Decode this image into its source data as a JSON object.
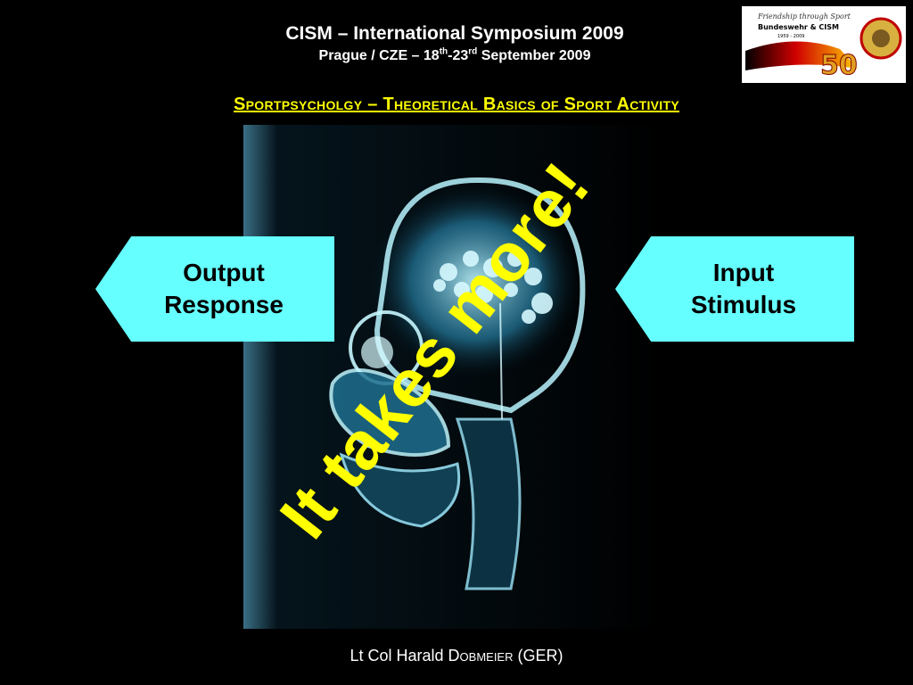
{
  "header": {
    "title": "CISM – International Symposium 2009",
    "location_prefix": "Prague / CZE – 18",
    "sup1": "th",
    "dash": "-23",
    "sup2": "rd",
    "location_suffix": " September 2009"
  },
  "logo": {
    "line1": "Friendship through Sport",
    "line2": "Bundeswehr & CISM",
    "years": "1959 - 2009",
    "number": "50"
  },
  "subtitle": "Sportpsycholgy – Theoretical Basics of Sport Activity",
  "arrows": {
    "left_line1": "Output",
    "left_line2": "Response",
    "right_line1": "Input",
    "right_line2": "Stimulus"
  },
  "overlay": "It takes more!",
  "footer": {
    "prefix": "Lt Col Harald D",
    "name_sc": "obmeier",
    "suffix": " (GER)"
  },
  "colors": {
    "background": "#000000",
    "accent": "#ffff00",
    "arrow_fill": "#66ffff",
    "xray_glow": "#7fe4ff"
  }
}
